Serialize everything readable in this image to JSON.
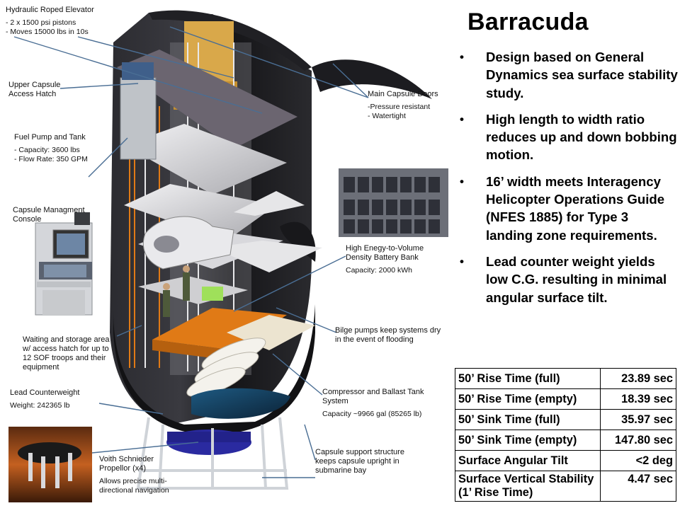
{
  "title": "Barracuda",
  "bullets": [
    "Design based on General Dynamics sea surface stability study.",
    "High length to width ratio reduces up and down bobbing motion.",
    "16’ width meets Interagency Helicopter Operations Guide (NFES 1885) for Type 3 landing zone requirements.",
    "Lead counter weight yields low C.G. resulting in minimal angular surface tilt."
  ],
  "callouts": {
    "elevator": {
      "title": "Hydraulic Roped Elevator",
      "lines": [
        "- 2 x 1500 psi pistons",
        "- Moves 15000 lbs in 10s"
      ]
    },
    "upper_hatch": {
      "title": "Upper Capsule",
      "lines": [
        "Access Hatch"
      ]
    },
    "fuel": {
      "title": "Fuel Pump and Tank",
      "lines": [
        "- Capacity: 3600 lbs",
        "- Flow Rate: 350 GPM"
      ]
    },
    "console": {
      "title": "Capsule Managment",
      "lines": [
        "Console"
      ]
    },
    "waiting": {
      "title": "Waiting and storage area",
      "lines": [
        "w/ access hatch for up to",
        "12 SOF troops and their",
        "equipment"
      ]
    },
    "counterweight": {
      "title": "Lead Counterweight",
      "lines": [
        "Weight: 242365 lb"
      ]
    },
    "propellor": {
      "title": "Voith Schnieder",
      "lines": [
        "Propellor (x4)",
        "Allows precise multi-",
        "directional navigation"
      ]
    },
    "doors": {
      "title": "Main Capsule Doors",
      "lines": [
        "-Pressure resistant",
        "- Watertight"
      ]
    },
    "battery": {
      "title": "High Enegy-to-Volume",
      "lines": [
        "Density Battery Bank",
        "Capacity: 2000 kWh"
      ]
    },
    "bilge": {
      "title": "Bilge pumps keep systems dry",
      "lines": [
        "in the event of flooding"
      ]
    },
    "compressor": {
      "title": "Compressor and Ballast Tank",
      "lines": [
        "System",
        "Capacity ~9966 gal (85265 lb)"
      ]
    },
    "support": {
      "title": "Capsule support structure",
      "lines": [
        "keeps capsule upright in",
        "submarine bay"
      ]
    }
  },
  "spec_table": [
    {
      "label": "50’ Rise Time (full)",
      "value": "23.89 sec"
    },
    {
      "label": "50’ Rise Time (empty)",
      "value": "18.39 sec"
    },
    {
      "label": "50’ Sink Time (full)",
      "value": "35.97 sec"
    },
    {
      "label": "50’ Sink Time (empty)",
      "value": "147.80 sec"
    },
    {
      "label": "Surface Angular Tilt",
      "value": "<2 deg"
    },
    {
      "label": "Surface Vertical Stability (1’ Rise Time)",
      "value": "4.47 sec"
    }
  ],
  "colors": {
    "hull": "#1f1f22",
    "hull_highlight": "#4a4a50",
    "deck": "#c9c9cc",
    "orange_platform": "#e07a16",
    "water": "#123a5a",
    "leader_line": "#4a6e94",
    "propeller_blue": "#2a2aa0"
  }
}
